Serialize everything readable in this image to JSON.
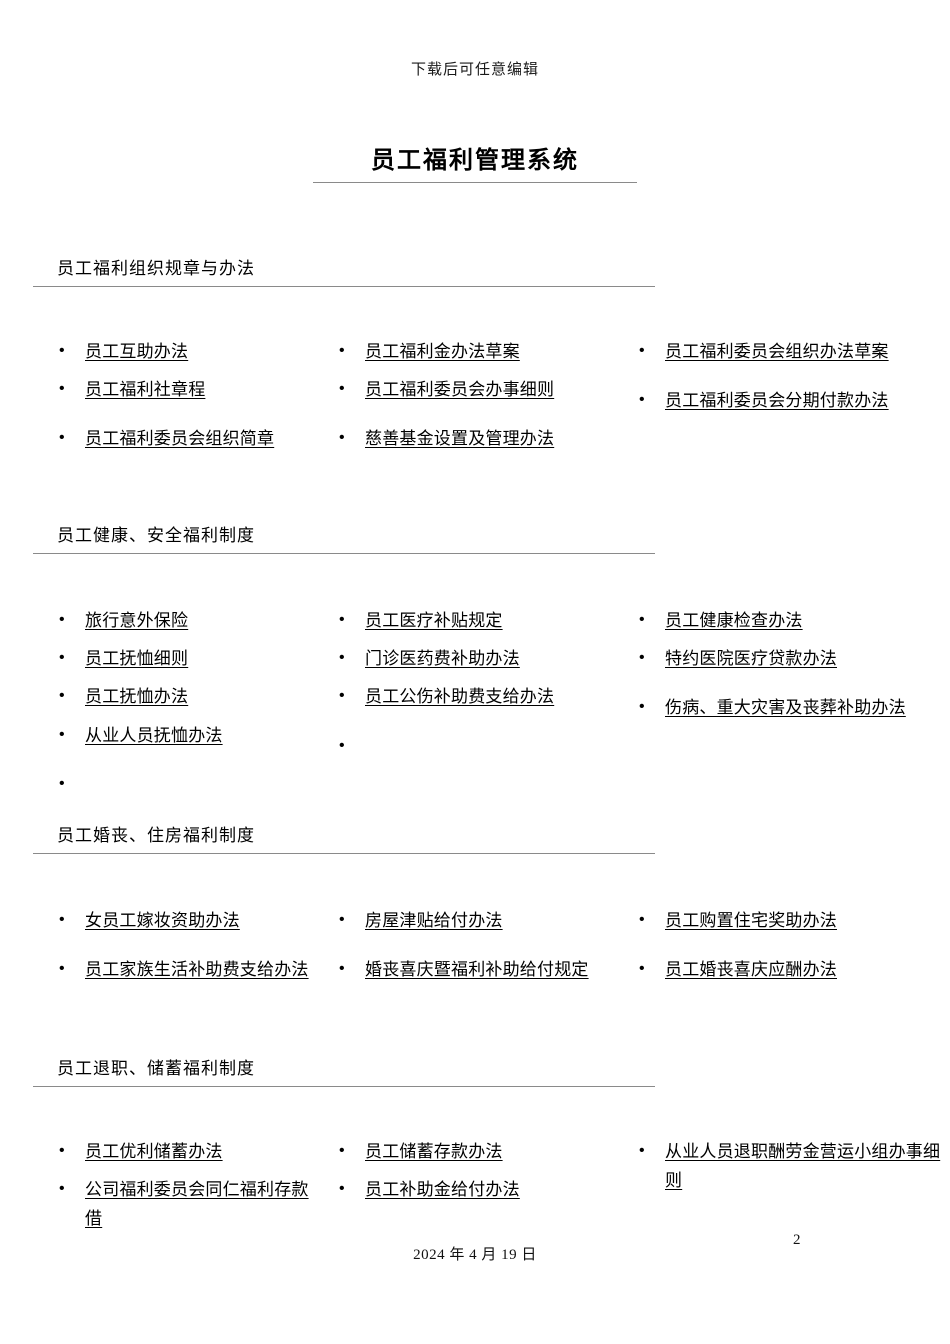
{
  "document": {
    "header_note": "下载后可任意编辑",
    "title": "员工福利管理系统",
    "footer_date": "2024 年 4 月 19 日",
    "page_number": "2"
  },
  "sections": [
    {
      "heading": "员工福利组织规章与办法",
      "columns": [
        {
          "items": [
            {
              "label": "员工互助办法",
              "underlined": true
            },
            {
              "label": "员工福利社章程",
              "underlined": true
            },
            {
              "label": "员工福利委员会组织简章",
              "underlined": true
            }
          ]
        },
        {
          "items": [
            {
              "label": "员工福利金办法草案",
              "underlined": true
            },
            {
              "label": "员工福利委员会办事细则",
              "underlined": true
            },
            {
              "label": "慈善基金设置及管理办法",
              "underlined": true
            }
          ]
        },
        {
          "items": [
            {
              "label": "员工福利委员会组织办法草案",
              "underlined": true
            },
            {
              "label": "员工福利委员会分期付款办法",
              "underlined": true
            }
          ]
        }
      ]
    },
    {
      "heading": "员工健康、安全福利制度",
      "columns": [
        {
          "items": [
            {
              "label": "旅行意外保险",
              "underlined": true
            },
            {
              "label": "员工抚恤细则",
              "underlined": true
            },
            {
              "label": "员工抚恤办法",
              "underlined": true
            },
            {
              "label": "从业人员抚恤办法",
              "underlined": true
            },
            {
              "label": "",
              "underlined": false
            }
          ]
        },
        {
          "items": [
            {
              "label": "员工医疗补贴规定",
              "underlined": true
            },
            {
              "label": "门诊医药费补助办法",
              "underlined": true
            },
            {
              "label": "员工公伤补助费支给办法",
              "underlined": true
            },
            {
              "label": "",
              "underlined": false
            }
          ]
        },
        {
          "items": [
            {
              "label": "员工健康检查办法",
              "underlined": true
            },
            {
              "label": "特约医院医疗贷款办法",
              "underlined": true
            },
            {
              "label": "伤病、重大灾害及丧葬补助办法",
              "underlined": true
            }
          ]
        }
      ]
    },
    {
      "heading": "员工婚丧、住房福利制度",
      "columns": [
        {
          "items": [
            {
              "label": "女员工嫁妆资助办法",
              "underlined": true
            },
            {
              "label": "员工家族生活补助费支给办法",
              "underlined": true
            }
          ]
        },
        {
          "items": [
            {
              "label": "房屋津贴给付办法",
              "underlined": true
            },
            {
              "label": "婚丧喜庆暨福利补助给付规定",
              "underlined": true
            }
          ]
        },
        {
          "items": [
            {
              "label": "员工购置住宅奖助办法",
              "underlined": true
            },
            {
              "label": "员工婚丧喜庆应酬办法",
              "underlined": true
            }
          ]
        }
      ]
    },
    {
      "heading": "员工退职、储蓄福利制度",
      "columns": [
        {
          "items": [
            {
              "label": "员工优利储蓄办法",
              "underlined": true
            },
            {
              "label": "公司福利委员会同仁福利存款借",
              "underlined": true
            }
          ]
        },
        {
          "items": [
            {
              "label": "员工储蓄存款办法",
              "underlined": true
            },
            {
              "label": "员工补助金给付办法",
              "underlined": true
            }
          ]
        },
        {
          "items": [
            {
              "label": "从业人员退职酬劳金营运小组办事细则",
              "underlined": true
            }
          ]
        }
      ]
    }
  ]
}
